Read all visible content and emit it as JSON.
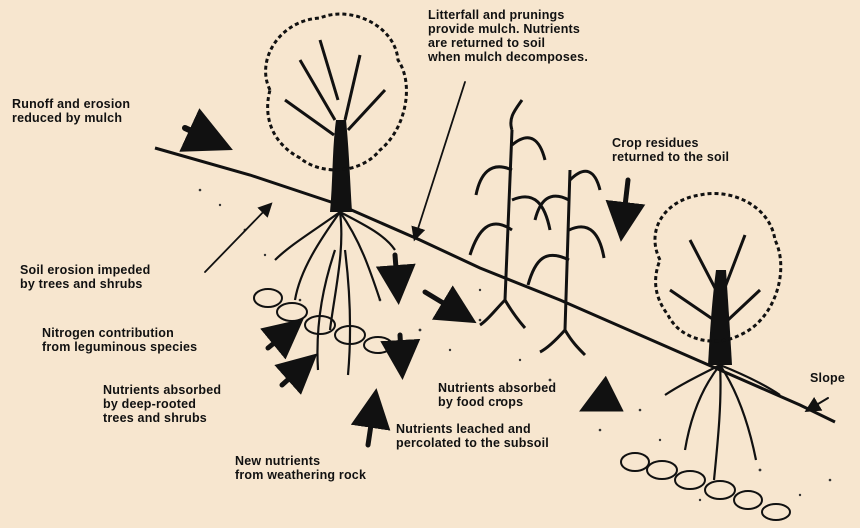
{
  "labels": {
    "runoff": [
      "Runoff and erosion",
      "reduced by mulch"
    ],
    "litterfall": [
      "Litterfall and prunings",
      "provide mulch.  Nutrients",
      "are returned to soil",
      "when mulch decomposes."
    ],
    "crop_residues": [
      "Crop residues",
      "returned to the soil"
    ],
    "soil_erosion": [
      "Soil erosion impeded",
      "by trees and shrubs"
    ],
    "nitrogen": [
      "Nitrogen contribution",
      "from leguminous species"
    ],
    "deep_rooted": [
      "Nutrients absorbed",
      "by deep-rooted",
      "trees and shrubs"
    ],
    "new_nutrients": [
      "New nutrients",
      "from weathering rock"
    ],
    "food_crops": [
      "Nutrients absorbed",
      "by food crops"
    ],
    "leached": [
      "Nutrients leached and",
      "percolated to the subsoil"
    ],
    "slope": [
      "Slope"
    ]
  },
  "colors": {
    "background": "#f7e6cf",
    "ink": "#111111"
  }
}
